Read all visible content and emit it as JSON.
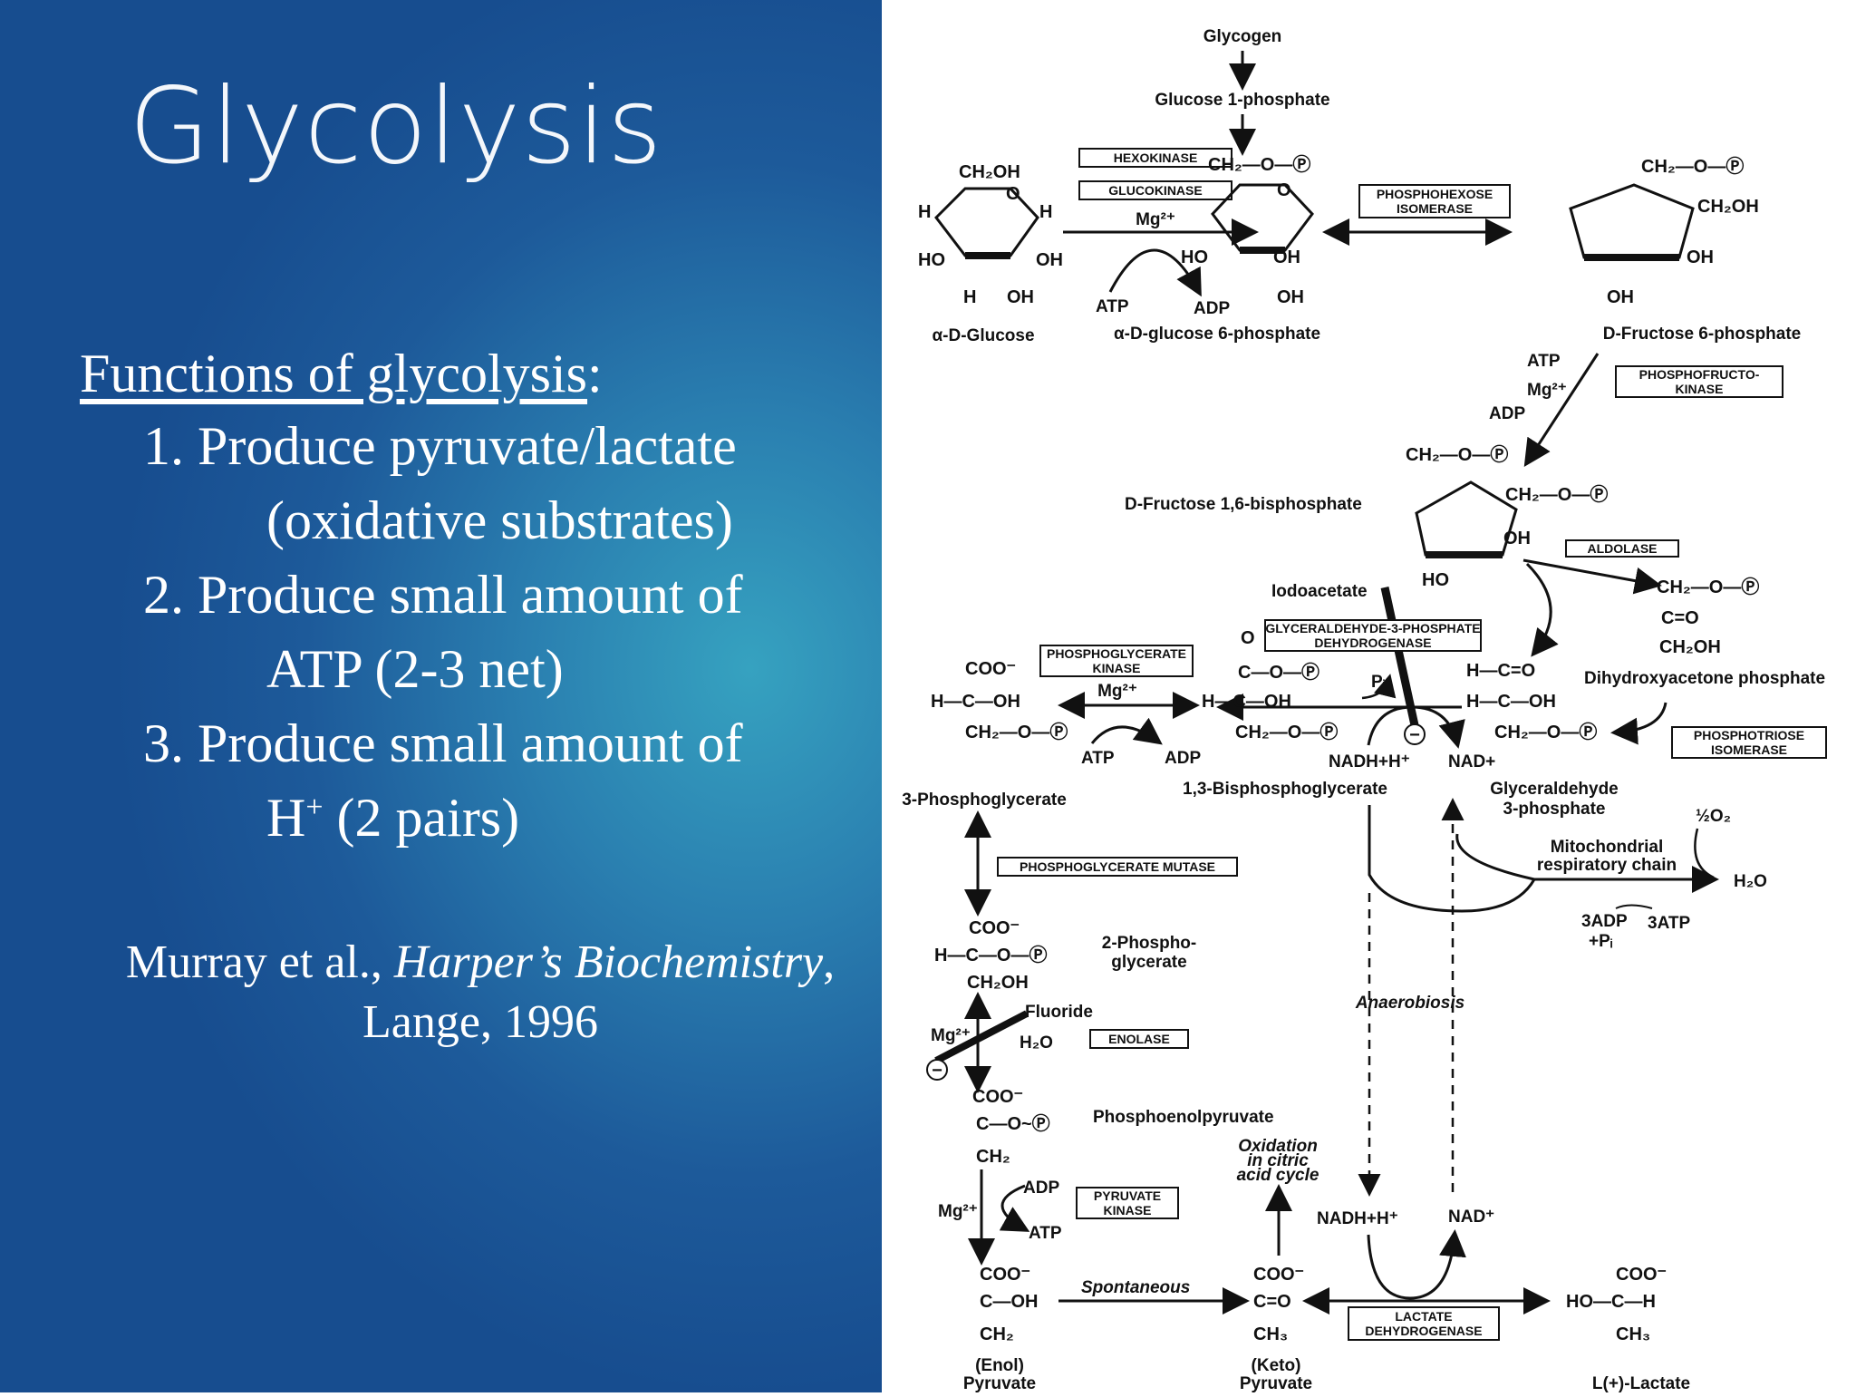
{
  "slide": {
    "title": "Glycolysis",
    "functions_heading": "Functions of glycolysis",
    "colon": ":",
    "items": [
      "1. Produce pyruvate/lactate",
      "(oxidative substrates)",
      "2. Produce small amount of",
      "ATP (2-3 net)",
      "3. Produce small amount of",
      "H",
      "+",
      " (2 pairs)"
    ],
    "citation": {
      "authors": "Murray et al., ",
      "book": "Harper’s Biochemistry",
      "comma": ",",
      "publisher": "Lange, 1996"
    }
  },
  "diagram": {
    "metabolites": {
      "glycogen": "Glycogen",
      "glucose_1p": "Glucose 1-phosphate",
      "glucose": "α-D-Glucose",
      "glucose_6p": "α-D-glucose 6-phosphate",
      "fructose_6p": "D-Fructose 6-phosphate",
      "fructose_16bp": "D-Fructose 1,6-bisphosphate",
      "dhap": "Dihydroxyacetone phosphate",
      "g3p_1": "Glyceraldehyde",
      "g3p_2": "3-phosphate",
      "bpg13": "1,3-Bisphosphoglycerate",
      "pg3": "3-Phosphoglycerate",
      "pg2_1": "2-Phospho-",
      "pg2_2": "glycerate",
      "pep": "Phosphoenolpyruvate",
      "enol_1": "(Enol)",
      "enol_2": "Pyruvate",
      "keto_1": "(Keto)",
      "keto_2": "Pyruvate",
      "lactate": "L(+)-Lactate"
    },
    "enzymes": {
      "hexokinase": "HEXOKINASE",
      "glucokinase": "GLUCOKINASE",
      "phi_1": "PHOSPHOHEXOSE",
      "phi_2": "ISOMERASE",
      "pfk_1": "PHOSPHOFRUCTO-",
      "pfk_2": "KINASE",
      "aldolase": "ALDOLASE",
      "gapdh_1": "GLYCERALDEHYDE-3-PHOSPHATE",
      "gapdh_2": "DEHYDROGENASE",
      "pgk_1": "PHOSPHOGLYCERATE",
      "pgk_2": "KINASE",
      "tpi_1": "PHOSPHOTRIOSE",
      "tpi_2": "ISOMERASE",
      "pgm": "PHOSPHOGLYCERATE MUTASE",
      "enolase": "ENOLASE",
      "pk_1": "PYRUVATE",
      "pk_2": "KINASE",
      "ldh_1": "LACTATE",
      "ldh_2": "DEHYDROGENASE"
    },
    "cofactors": {
      "atp": "ATP",
      "adp": "ADP",
      "mg": "Mg²⁺",
      "pi": "Pᵢ",
      "nadh": "NADH+H⁺",
      "nad": "NAD⁺",
      "nad_plain": "NAD+",
      "h2o": "H₂O",
      "half_o2": "½O₂",
      "adp3": "3ADP",
      "plus_pi": "+Pᵢ",
      "atp3": "3ATP"
    },
    "annotations": {
      "iodoacetate": "Iodoacetate",
      "fluoride": "Fluoride",
      "mito_1": "Mitochondrial",
      "mito_2": "respiratory chain",
      "anaerobiosis": "Anaerobiosis",
      "ox_1": "Oxidation",
      "ox_2": "in citric",
      "ox_3": "acid cycle",
      "spontaneous": "Spontaneous",
      "minus": "−"
    },
    "formulas": {
      "ch2oh": "CH₂OH",
      "ch2op": "CH₂—O—Ⓟ",
      "coo": "COO⁻",
      "hcoh": "H—C—OH",
      "hcop": "H—C—O—Ⓟ",
      "hco": "H—C=O",
      "co": "C=O",
      "cop": "C—O—Ⓟ",
      "copenol": "C—O~Ⓟ",
      "coh": "C—OH",
      "ch2": "CH₂",
      "ch3": "CH₃",
      "hoch": "HO—C—H",
      "o": "O",
      "oh": "OH",
      "ho": "HO",
      "h": "H"
    }
  }
}
